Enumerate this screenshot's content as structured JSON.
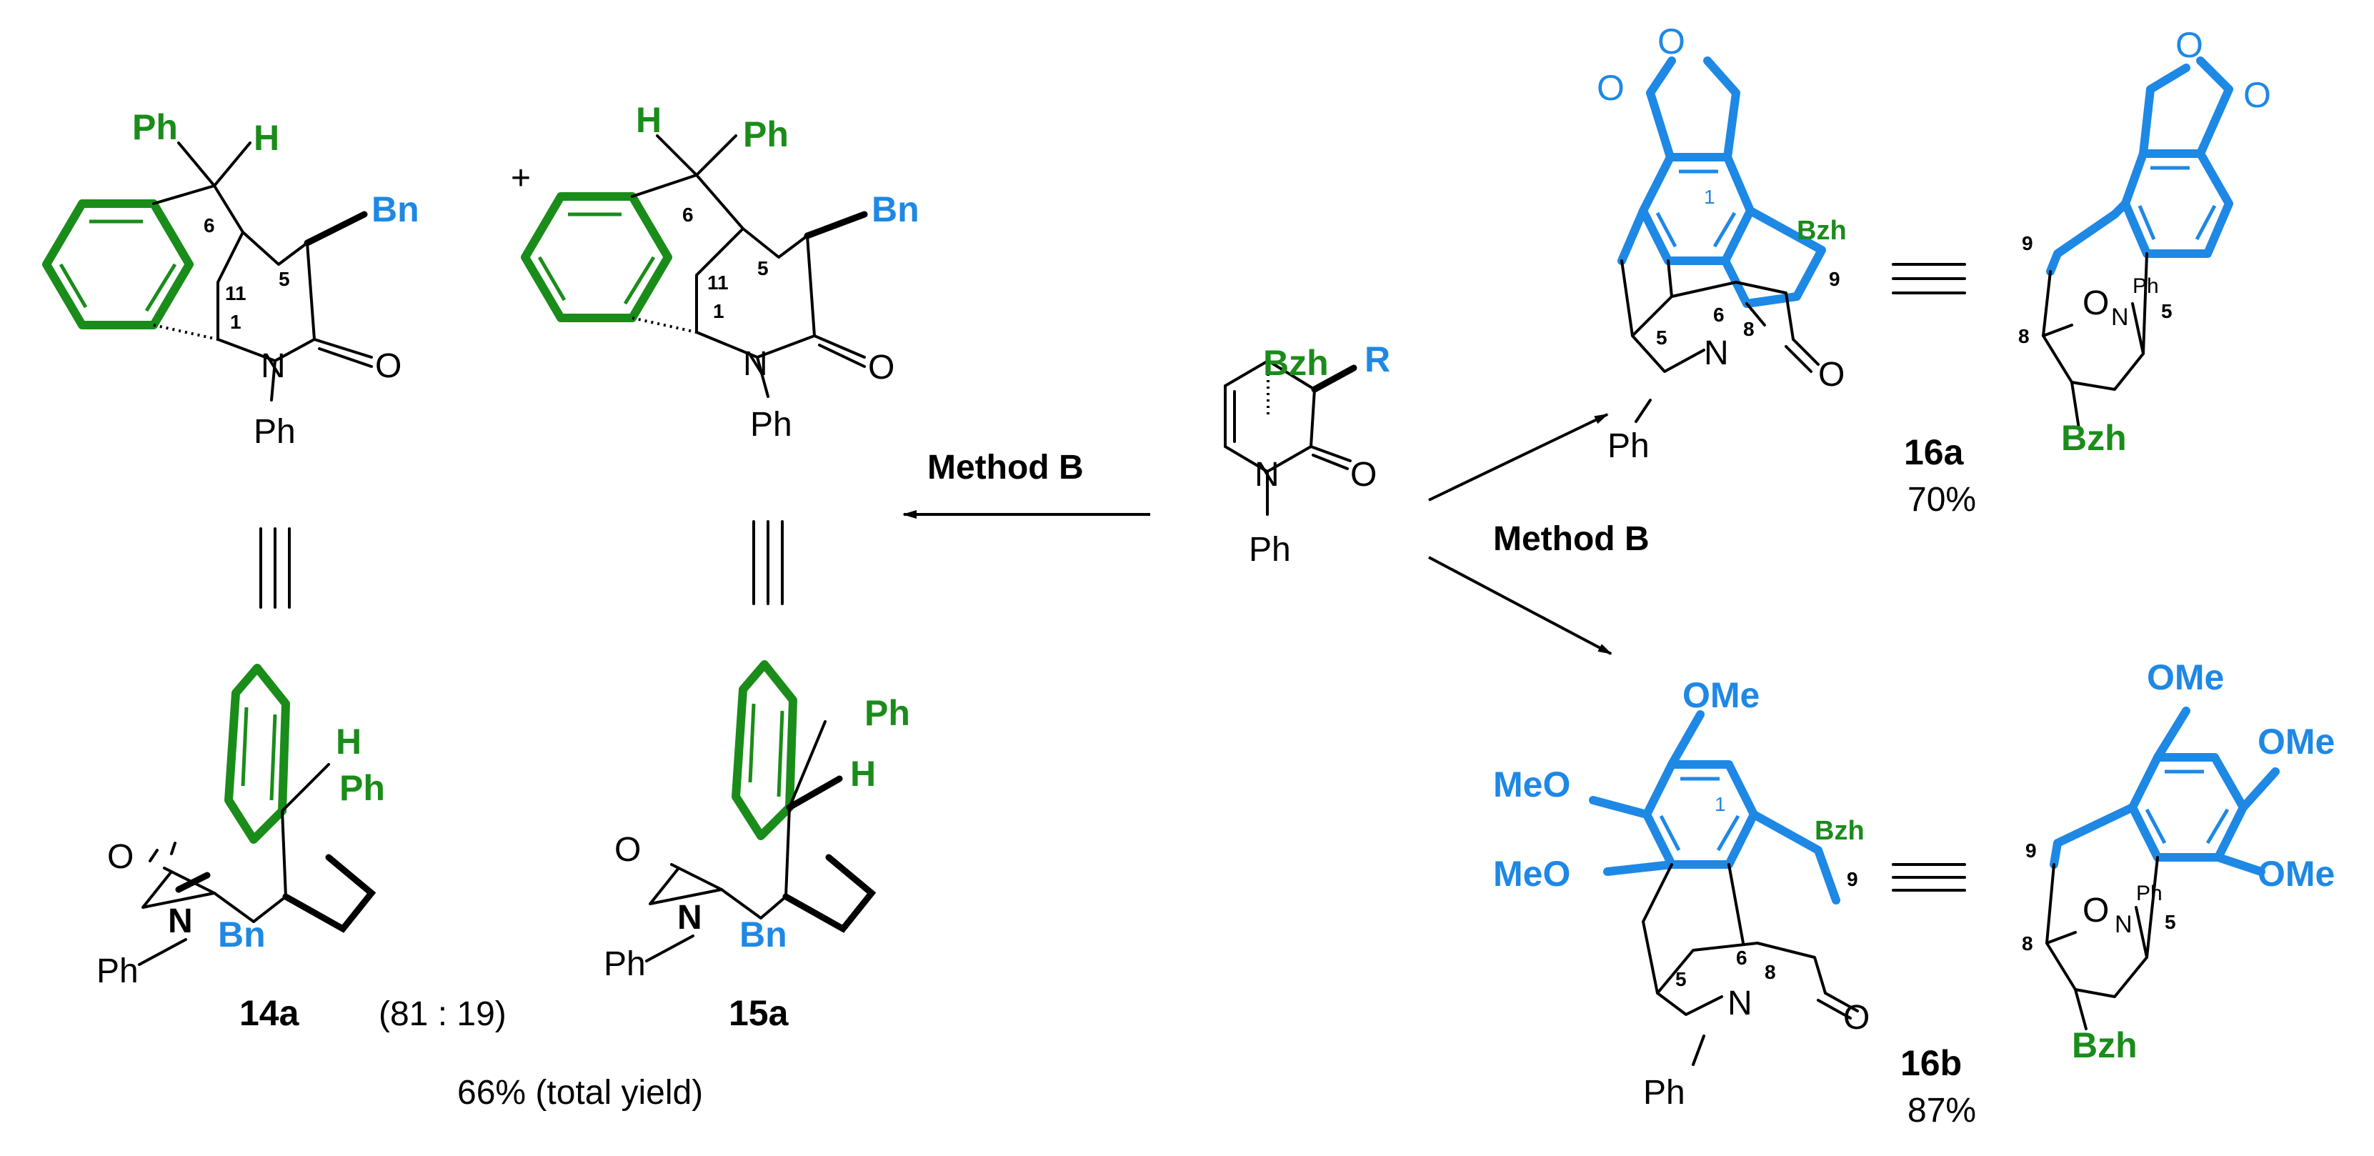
{
  "reagent": {
    "method_label": "Method B"
  },
  "start": {
    "bzh": "Bzh",
    "r": "R",
    "n": "N",
    "o": "O",
    "ph": "Ph"
  },
  "plus": "+",
  "c14": {
    "top": {
      "ph1": "Ph",
      "h": "H",
      "bn": "Bn",
      "n": "N",
      "o": "O",
      "nph": "Ph",
      "n6": "6",
      "n5": "5",
      "n11": "11",
      "n1": "1"
    },
    "bottom": {
      "h": "H",
      "ph": "Ph",
      "o": "O",
      "n": "N",
      "bn": "Bn",
      "nph": "Ph"
    },
    "label": "14a"
  },
  "c15": {
    "top": {
      "h": "H",
      "ph": "Ph",
      "bn": "Bn",
      "n": "N",
      "o": "O",
      "nph": "Ph",
      "n6": "6",
      "n5": "5",
      "n11": "11",
      "n1": "1"
    },
    "bottom": {
      "ph": "Ph",
      "h": "H",
      "o": "O",
      "n": "N",
      "bn": "Bn",
      "nph": "Ph"
    },
    "label": "15a"
  },
  "ratio": "(81  :  19)",
  "total_yield": "66% (total yield)",
  "c16a": {
    "left": {
      "o1": "O",
      "o2": "O",
      "n1": "1",
      "bzh": "Bzh",
      "n9": "9",
      "n6": "6",
      "n8": "8",
      "n5": "5",
      "n": "N",
      "o": "O",
      "ph": "Ph"
    },
    "right": {
      "o1": "O",
      "o2": "O",
      "n9": "9",
      "o": "O",
      "nph": "Ph",
      "n": "N",
      "n8": "8",
      "n5": "5",
      "bzh": "Bzh"
    },
    "label": "16a",
    "yield": "70%"
  },
  "c16b": {
    "left": {
      "ome": "OMe",
      "meo1": "MeO",
      "meo2": "MeO",
      "n1": "1",
      "bzh": "Bzh",
      "n9": "9",
      "n6": "6",
      "n8": "8",
      "n5": "5",
      "n": "N",
      "o": "O",
      "ph": "Ph"
    },
    "right": {
      "ome1": "OMe",
      "ome2": "OMe",
      "ome3": "OMe",
      "n9": "9",
      "o": "O",
      "nph": "Ph",
      "n": "N",
      "n8": "8",
      "n5": "5",
      "bzh": "Bzh"
    },
    "label": "16b",
    "yield": "87%"
  },
  "colors": {
    "green": "#1a8c1a",
    "blue": "#1e88e5",
    "black": "#000000"
  }
}
